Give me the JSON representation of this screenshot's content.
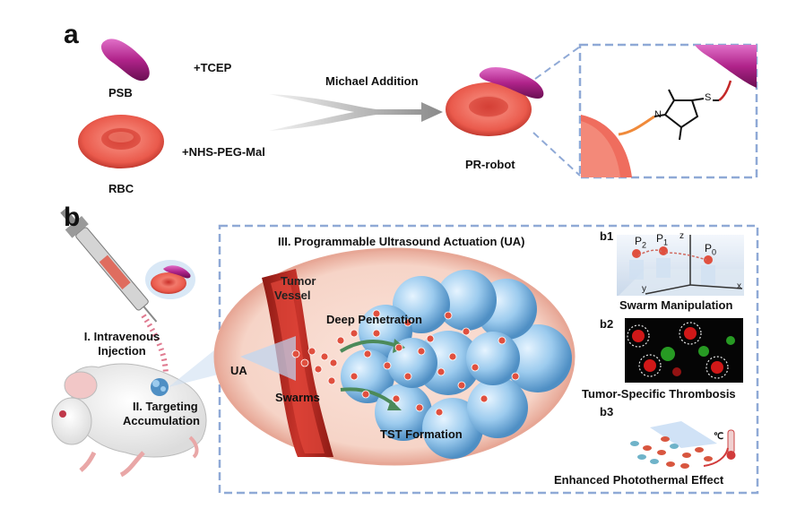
{
  "panel_a": {
    "letter": "a",
    "psb_label": "PSB",
    "rbc_label": "RBC",
    "tcep_label": "+TCEP",
    "nhs_label": "+NHS-PEG-Mal",
    "reaction_label": "Michael Addition",
    "product_label": "PR-robot",
    "chem": {
      "nitrogen": "N",
      "sulfur": "S"
    }
  },
  "panel_b": {
    "letter": "b",
    "step1_line1": "I. Intravenous",
    "step1_line2": "Injection",
    "step2_line1": "II. Targeting",
    "step2_line2": "Accumulation",
    "ua_title": "III. Programmable Ultrasound Actuation (UA)",
    "ua_label": "UA",
    "tumor_vessel_line1": "Tumor",
    "tumor_vessel_line2": "Vessel",
    "deep_penetration": "Deep Penetration",
    "swarms": "Swarms",
    "tst_formation": "TST Formation",
    "b1": {
      "tag": "b1",
      "caption": "Swarm Manipulation",
      "points": [
        "P",
        "P",
        "P"
      ],
      "subscripts": [
        "2",
        "1",
        "0"
      ],
      "axes": {
        "z": "z",
        "y": "y",
        "x": "x"
      }
    },
    "b2": {
      "tag": "b2",
      "caption": "Tumor-Specific Thrombosis"
    },
    "b3": {
      "tag": "b3",
      "caption": "Enhanced Photothermal Effect",
      "unit": "℃"
    }
  },
  "colors": {
    "dash_border": "#8fa9d6",
    "rbc": "#e8544a",
    "psb": "#b8248e",
    "vessel": "#b4261e",
    "tumor": "#8cc0e6",
    "arrow_gray": "#9a9a9a",
    "thrombus_green": "#2fbf2a",
    "thrombus_red": "#d01818"
  }
}
